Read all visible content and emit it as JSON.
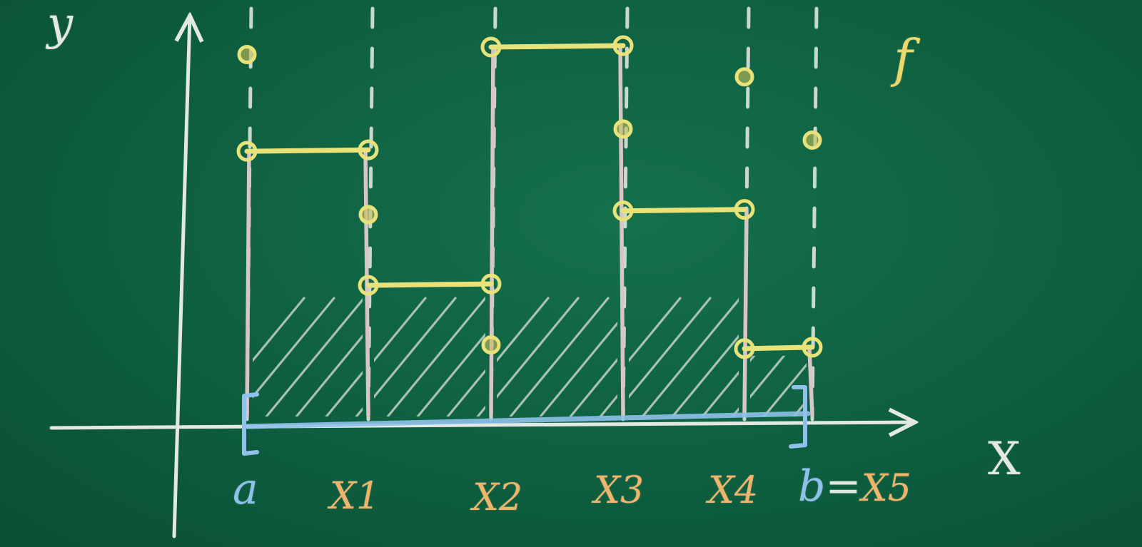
{
  "labels": {
    "y_axis": "y",
    "x_axis": "X",
    "function": "f",
    "a": "a",
    "x1": "X1",
    "x2": "X2",
    "x3": "X3",
    "x4": "X4",
    "b": "b",
    "b_equals": "=",
    "x5": "X5"
  },
  "chart_data": {
    "type": "step",
    "partition": [
      "a",
      "X1",
      "X2",
      "X3",
      "X4",
      "b=X5"
    ],
    "steps": [
      {
        "interval": "a–X1",
        "height": 0.72
      },
      {
        "interval": "X1–X2",
        "height": 0.36
      },
      {
        "interval": "X2–X3",
        "height": 1.0
      },
      {
        "interval": "X3–X4",
        "height": 0.56
      },
      {
        "interval": "X4–X5",
        "height": 0.19
      }
    ],
    "open_point_values": [
      {
        "at": "a",
        "height": 0.98
      },
      {
        "at": "X1",
        "height": 0.55
      },
      {
        "at": "X2",
        "height": 0.2
      },
      {
        "at": "X3",
        "height": 0.78
      },
      {
        "at": "X4",
        "height": 0.92
      },
      {
        "at": "X5",
        "height": 0.75
      }
    ],
    "shaded": true,
    "colors": {
      "board": "#0f6242",
      "step_lines": "#e8e27a",
      "verticals": "#d9c4c8",
      "interval": "#8fc1ea",
      "partition_labels": "#f0b46a",
      "axes": "#e4e8e4"
    }
  }
}
